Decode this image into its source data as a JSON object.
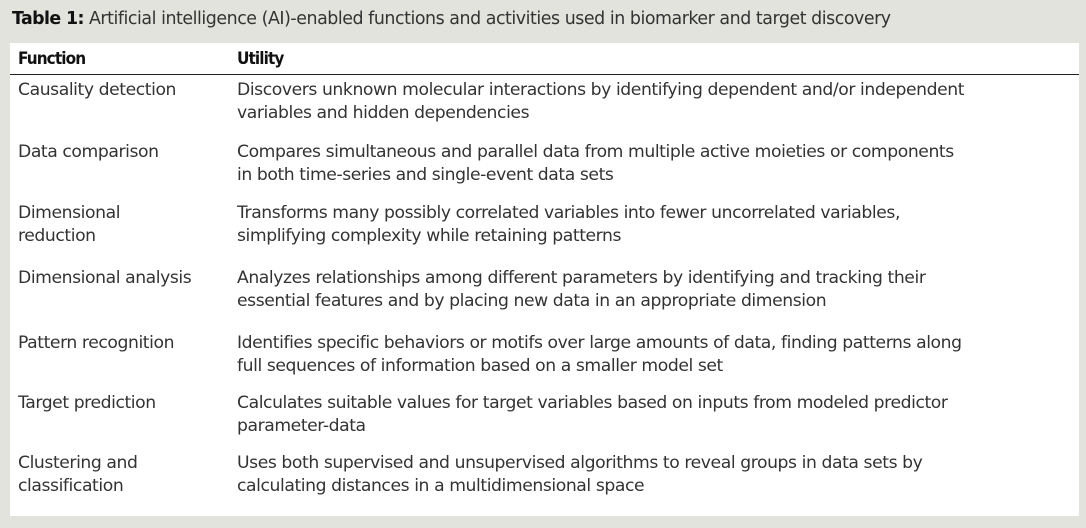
{
  "table": {
    "label": "Table 1:",
    "title": "Artificial intelligence (AI)-enabled functions and activities used in biomarker and target discovery",
    "columns": [
      "Function",
      "Utility"
    ],
    "rows": [
      {
        "function": [
          "Causality detection"
        ],
        "utility": [
          "Discovers unknown molecular interactions by identifying dependent and/or independent",
          "variables and hidden dependencies"
        ]
      },
      {
        "function": [
          "Data comparison"
        ],
        "utility": [
          "Compares simultaneous and parallel data from multiple active moieties or components",
          "in both time-series and single-event data sets"
        ]
      },
      {
        "function": [
          "Dimensional",
          "reduction"
        ],
        "utility": [
          "Transforms many possibly correlated variables into fewer uncorrelated variables,",
          "simplifying complexity while retaining patterns"
        ]
      },
      {
        "function": [
          "Dimensional analysis"
        ],
        "utility": [
          "Analyzes relationships among different parameters by identifying and tracking their",
          "essential features and by placing new data in an appropriate dimension"
        ]
      },
      {
        "function": [
          "Pattern recognition"
        ],
        "utility": [
          "Identifies specific behaviors or motifs over large amounts of data, finding patterns along",
          "full sequences of information based on a smaller model set"
        ]
      },
      {
        "function": [
          "Target prediction"
        ],
        "utility": [
          "Calculates suitable values for target variables based on inputs from modeled predictor",
          "parameter-data"
        ]
      },
      {
        "function": [
          "Clustering and",
          "classification"
        ],
        "utility": [
          "Uses both supervised and unsupervised algorithms to reveal groups in data sets by",
          "calculating distances in a multidimensional space"
        ]
      }
    ]
  },
  "colors": {
    "frame": "#e1e3dc",
    "panel": "#ffffff",
    "text": "#333333"
  }
}
